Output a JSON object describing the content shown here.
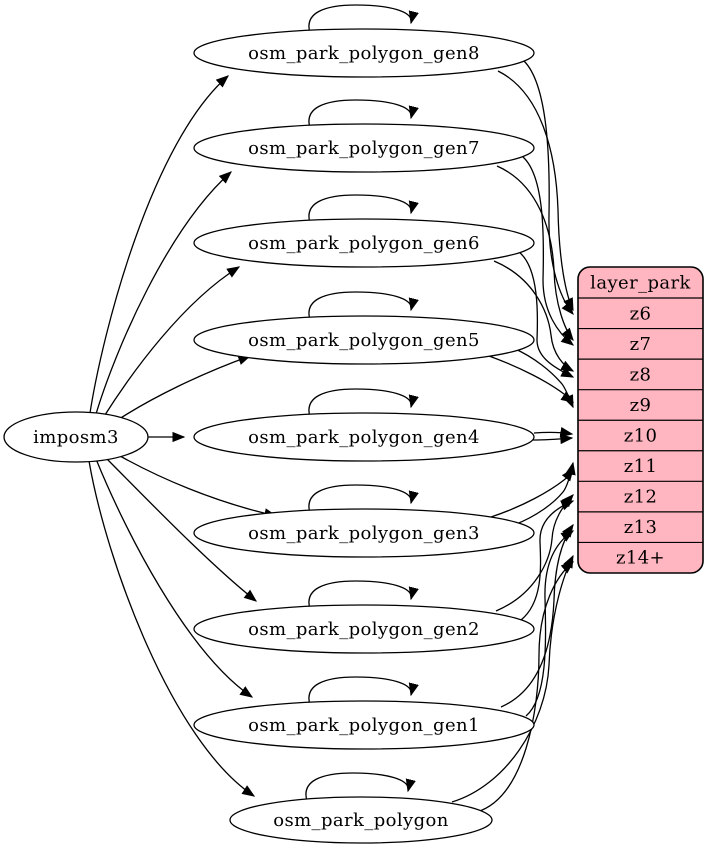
{
  "diagram": {
    "type": "graphviz-etl-graph",
    "background_color": "#ffffff",
    "edge_color": "#000000",
    "node_fill": "#ffffff",
    "node_stroke": "#000000",
    "source_node": {
      "id": "imposm3",
      "label": "imposm3"
    },
    "table_nodes": [
      {
        "id": "osm_park_polygon_gen8",
        "label": "osm_park_polygon_gen8"
      },
      {
        "id": "osm_park_polygon_gen7",
        "label": "osm_park_polygon_gen7"
      },
      {
        "id": "osm_park_polygon_gen6",
        "label": "osm_park_polygon_gen6"
      },
      {
        "id": "osm_park_polygon_gen5",
        "label": "osm_park_polygon_gen5"
      },
      {
        "id": "osm_park_polygon_gen4",
        "label": "osm_park_polygon_gen4"
      },
      {
        "id": "osm_park_polygon_gen3",
        "label": "osm_park_polygon_gen3"
      },
      {
        "id": "osm_park_polygon_gen2",
        "label": "osm_park_polygon_gen2"
      },
      {
        "id": "osm_park_polygon_gen1",
        "label": "osm_park_polygon_gen1"
      },
      {
        "id": "osm_park_polygon",
        "label": "osm_park_polygon"
      }
    ],
    "layer_node": {
      "id": "layer_park",
      "title": "layer_park",
      "rows": [
        "z6",
        "z7",
        "z8",
        "z9",
        "z10",
        "z11",
        "z12",
        "z13",
        "z14+"
      ],
      "fill": "#FFB6C1",
      "stroke": "#000000"
    },
    "edges": [
      {
        "from": "imposm3",
        "to": "osm_park_polygon_gen8"
      },
      {
        "from": "imposm3",
        "to": "osm_park_polygon_gen7"
      },
      {
        "from": "imposm3",
        "to": "osm_park_polygon_gen6"
      },
      {
        "from": "imposm3",
        "to": "osm_park_polygon_gen5"
      },
      {
        "from": "imposm3",
        "to": "osm_park_polygon_gen4"
      },
      {
        "from": "imposm3",
        "to": "osm_park_polygon_gen3"
      },
      {
        "from": "imposm3",
        "to": "osm_park_polygon_gen2"
      },
      {
        "from": "imposm3",
        "to": "osm_park_polygon_gen1"
      },
      {
        "from": "imposm3",
        "to": "osm_park_polygon"
      },
      {
        "from": "osm_park_polygon_gen8",
        "to": "osm_park_polygon_gen8",
        "self": true
      },
      {
        "from": "osm_park_polygon_gen7",
        "to": "osm_park_polygon_gen7",
        "self": true
      },
      {
        "from": "osm_park_polygon_gen6",
        "to": "osm_park_polygon_gen6",
        "self": true
      },
      {
        "from": "osm_park_polygon_gen5",
        "to": "osm_park_polygon_gen5",
        "self": true
      },
      {
        "from": "osm_park_polygon_gen4",
        "to": "osm_park_polygon_gen4",
        "self": true
      },
      {
        "from": "osm_park_polygon_gen3",
        "to": "osm_park_polygon_gen3",
        "self": true
      },
      {
        "from": "osm_park_polygon_gen2",
        "to": "osm_park_polygon_gen2",
        "self": true
      },
      {
        "from": "osm_park_polygon_gen1",
        "to": "osm_park_polygon_gen1",
        "self": true
      },
      {
        "from": "osm_park_polygon",
        "to": "osm_park_polygon",
        "self": true
      },
      {
        "from": "osm_park_polygon_gen8",
        "to": "layer_park.z6",
        "double": true
      },
      {
        "from": "osm_park_polygon_gen7",
        "to": "layer_park.z7",
        "double": true
      },
      {
        "from": "osm_park_polygon_gen6",
        "to": "layer_park.z8",
        "double": true
      },
      {
        "from": "osm_park_polygon_gen5",
        "to": "layer_park.z9",
        "double": true
      },
      {
        "from": "osm_park_polygon_gen4",
        "to": "layer_park.z10",
        "double": true
      },
      {
        "from": "osm_park_polygon_gen3",
        "to": "layer_park.z11",
        "double": true
      },
      {
        "from": "osm_park_polygon_gen2",
        "to": "layer_park.z12",
        "double": true
      },
      {
        "from": "osm_park_polygon_gen1",
        "to": "layer_park.z13",
        "double": true
      },
      {
        "from": "osm_park_polygon",
        "to": "layer_park.z14+",
        "double": true
      }
    ]
  }
}
